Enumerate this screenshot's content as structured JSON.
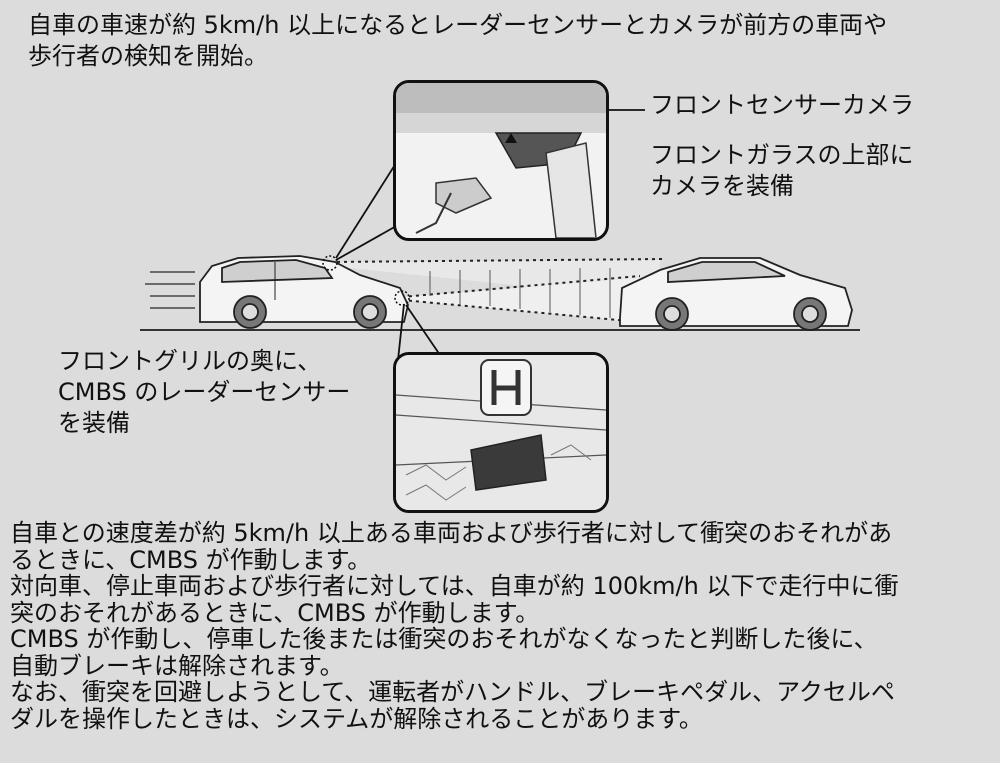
{
  "intro": {
    "line1": "自車の車速が約 5km/h 以上になるとレーダーセンサーとカメラが前方の車両や",
    "line2": "歩行者の検知を開始。"
  },
  "labels": {
    "camera_title": "フロントセンサーカメラ",
    "camera_desc_1": "フロントガラスの上部に",
    "camera_desc_2": "カメラを装備",
    "radar_1": "フロントグリルの奥に、",
    "radar_2": "CMBS のレーダーセンサー",
    "radar_3": "を装備"
  },
  "body": {
    "lines": [
      "自車との速度差が約 5km/h 以上ある車両および歩行者に対して衝突のおそれがあ",
      "るときに、CMBS が作動します。",
      "対向車、停止車両および歩行者に対しては、自車が約 100km/h 以下で走行中に衝",
      "突のおそれがあるときに、CMBS が作動します。",
      "CMBS が作動し、停車した後または衝突のおそれがなくなったと判断した後に、",
      "自動ブレーキは解除されます。",
      "なお、衝突を回避しようとして、運転者がハンドル、ブレーキペダル、アクセルペ",
      "ダルを操作したときは、システムが解除されることがあります。"
    ]
  },
  "icons": {
    "own_car": "suv-car-icon",
    "target_car": "sedan-car-icon",
    "logo": "honda-logo-icon"
  },
  "colors": {
    "background": "#dcdcdc",
    "text": "#111111",
    "inset_bg": "#f2f2f2"
  }
}
